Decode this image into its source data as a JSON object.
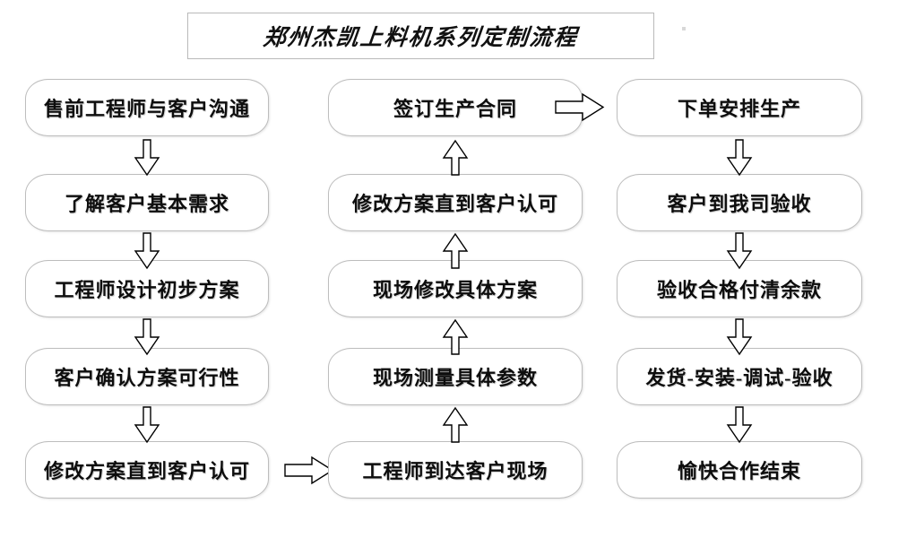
{
  "diagram": {
    "title": "郑州杰凯上料机系列定制流程",
    "colors": {
      "box_border": "#bdbdbd",
      "title_border": "#b9b9b9",
      "text": "#0d0d0d",
      "arrow_stroke": "#000000",
      "background": "#ffffff"
    },
    "columns": [
      {
        "name": "left-column",
        "direction": "downward",
        "nodes": [
          {
            "id": "left-1",
            "label": "售前工程师与客户沟通"
          },
          {
            "id": "left-2",
            "label": "了解客户基本需求"
          },
          {
            "id": "left-3",
            "label": "工程师设计初步方案"
          },
          {
            "id": "left-4",
            "label": "客户确认方案可行性"
          },
          {
            "id": "left-5",
            "label": "修改方案直到客户认可"
          }
        ]
      },
      {
        "name": "middle-column",
        "direction": "upward",
        "nodes": [
          {
            "id": "mid-1",
            "label": "签订生产合同"
          },
          {
            "id": "mid-2",
            "label": "修改方案直到客户认可"
          },
          {
            "id": "mid-3",
            "label": "现场修改具体方案"
          },
          {
            "id": "mid-4",
            "label": "现场测量具体参数"
          },
          {
            "id": "mid-5",
            "label": "工程师到达客户现场"
          }
        ]
      },
      {
        "name": "right-column",
        "direction": "downward",
        "nodes": [
          {
            "id": "right-1",
            "label": "下单安排生产"
          },
          {
            "id": "right-2",
            "label": "客户到我司验收"
          },
          {
            "id": "right-3",
            "label": "验收合格付清余款"
          },
          {
            "id": "right-4",
            "label": "发货-安装-调试-验收"
          },
          {
            "id": "right-5",
            "label": "愉快合作结束"
          }
        ]
      }
    ],
    "connectors": [
      {
        "id": "left-arrow-1",
        "icon": "arrow-down-icon",
        "direction": "down"
      },
      {
        "id": "left-arrow-2",
        "icon": "arrow-down-icon",
        "direction": "down"
      },
      {
        "id": "left-arrow-3",
        "icon": "arrow-down-icon",
        "direction": "down"
      },
      {
        "id": "left-arrow-4",
        "icon": "arrow-down-icon",
        "direction": "down"
      },
      {
        "id": "bottom-bridge-arrow",
        "icon": "arrow-right-icon",
        "direction": "right"
      },
      {
        "id": "mid-arrow-1",
        "icon": "arrow-up-icon",
        "direction": "up"
      },
      {
        "id": "mid-arrow-2",
        "icon": "arrow-up-icon",
        "direction": "up"
      },
      {
        "id": "mid-arrow-3",
        "icon": "arrow-up-icon",
        "direction": "up"
      },
      {
        "id": "mid-arrow-4",
        "icon": "arrow-up-icon",
        "direction": "up"
      },
      {
        "id": "top-bridge-arrow",
        "icon": "arrow-right-icon",
        "direction": "right"
      },
      {
        "id": "right-arrow-1",
        "icon": "arrow-down-icon",
        "direction": "down"
      },
      {
        "id": "right-arrow-2",
        "icon": "arrow-down-icon",
        "direction": "down"
      },
      {
        "id": "right-arrow-3",
        "icon": "arrow-down-icon",
        "direction": "down"
      },
      {
        "id": "right-arrow-4",
        "icon": "arrow-down-icon",
        "direction": "down"
      }
    ]
  }
}
